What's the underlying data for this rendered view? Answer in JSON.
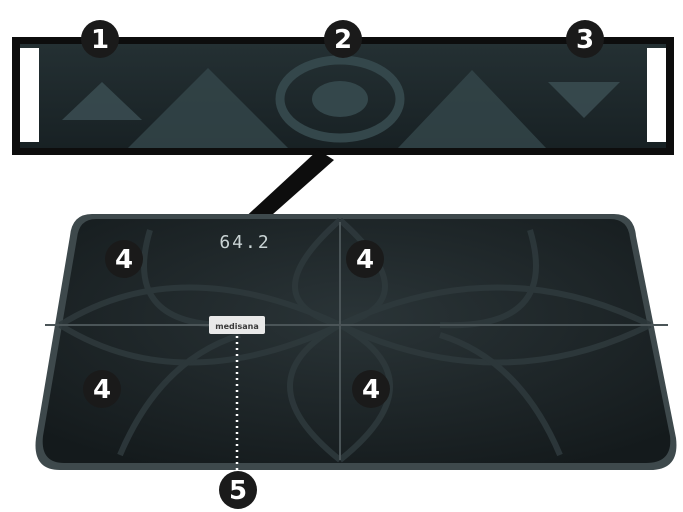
{
  "colors": {
    "frame": "#0d0d0d",
    "panel": "#1c2528",
    "panel_shape": "#34474b",
    "scale_body": "#1b2225",
    "scale_rim": "#4a5558",
    "badge_fill": "#1a1a1a",
    "badge_text": "#ffffff",
    "display_text": "#c9d3d4",
    "logo_plate": "#e9e9e9",
    "logo_text": "#3a3a3a"
  },
  "icons": {
    "display_left": "triangle-up-icon",
    "display_center": "ring-icon",
    "display_right": "triangle-down-icon"
  },
  "callouts": {
    "display_left": "1",
    "display_center": "2",
    "display_right": "3",
    "electrode": "4",
    "connection": "5"
  },
  "scale": {
    "display_reading": "64.2",
    "brand": "medisana"
  }
}
